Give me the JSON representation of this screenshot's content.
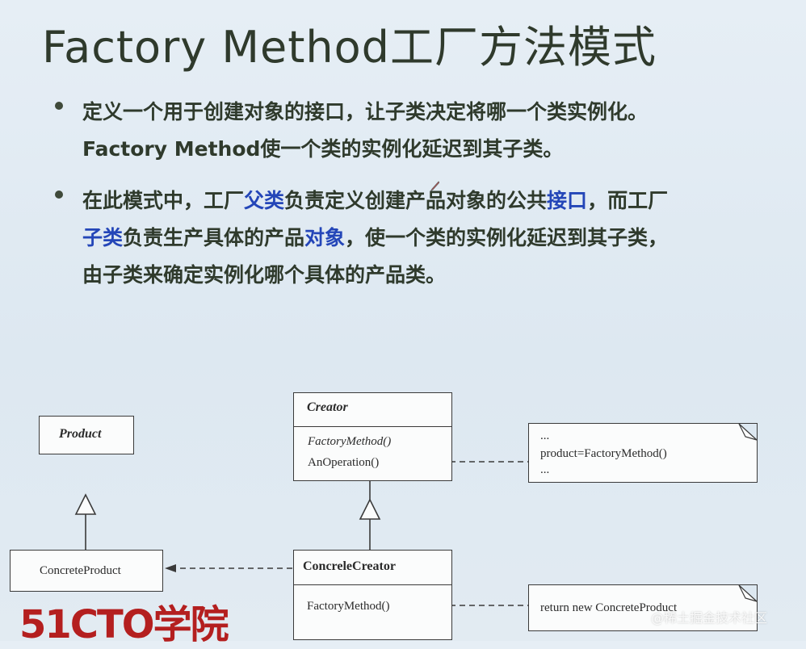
{
  "title": "Factory Method工厂方法模式",
  "bullets": [
    {
      "lines": [
        [
          {
            "text": "定义一个用于创建对象的接口，让子类决定将哪一个类实例化。",
            "highlight": false
          }
        ],
        [
          {
            "text": "Factory Method使一个类的实例化延迟到其子类。",
            "highlight": false
          }
        ]
      ]
    },
    {
      "lines": [
        [
          {
            "text": "在此模式中，工厂",
            "highlight": false
          },
          {
            "text": "父类",
            "highlight": true
          },
          {
            "text": "负责定义创建产品对象的公共",
            "highlight": false
          },
          {
            "text": "接口",
            "highlight": true
          },
          {
            "text": "，而工厂",
            "highlight": false
          }
        ],
        [
          {
            "text": "子类",
            "highlight": true
          },
          {
            "text": "负责生产具体的产品",
            "highlight": false
          },
          {
            "text": "对象",
            "highlight": true
          },
          {
            "text": "，使一个类的实例化延迟到其子类，",
            "highlight": false
          }
        ],
        [
          {
            "text": "由子类来确定实例化哪个具体的产品类。",
            "highlight": false
          }
        ]
      ]
    }
  ],
  "diagram": {
    "product": {
      "name": "Product"
    },
    "concrete_product": {
      "name": "ConcreteProduct"
    },
    "creator": {
      "name": "Creator",
      "operations": [
        "FactoryMethod()",
        "AnOperation()"
      ]
    },
    "concrete_creator": {
      "name": "ConcreleCreator",
      "operations": [
        "FactoryMethod()"
      ]
    },
    "note_creator": {
      "lines": [
        "...",
        "product=FactoryMethod()",
        "..."
      ]
    },
    "note_concrete": {
      "lines": [
        "return new ConcreteProduct"
      ]
    }
  },
  "logo": {
    "text": "51CTO学院"
  },
  "watermark": {
    "text": "@稀土掘金技术社区"
  },
  "colors": {
    "text": "#2f3a2c",
    "highlight": "#2446b8",
    "logo": "#b41f1f"
  }
}
